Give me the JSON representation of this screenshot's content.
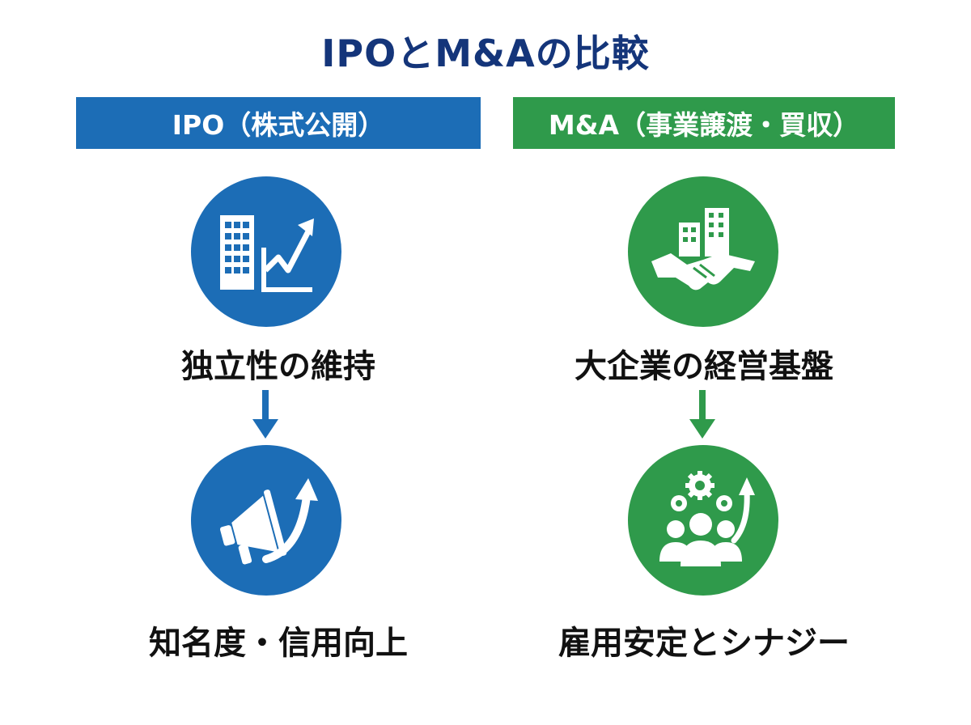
{
  "title": "IPOとM&Aの比較",
  "ipo": {
    "header": "IPO（株式公開）",
    "step1_label": "独立性の維持",
    "step2_label": "知名度・信用向上",
    "icon1": "building-growth-icon",
    "icon2": "megaphone-growth-icon",
    "color": "#1c6db6"
  },
  "ma": {
    "header": "M&A（事業譲渡・買収）",
    "step1_label": "大企業の経営基盤",
    "step2_label": "雇用安定とシナジー",
    "icon1": "handshake-buildings-icon",
    "icon2": "team-gears-growth-icon",
    "color": "#2f9a4b"
  },
  "title_color": "#14357a"
}
